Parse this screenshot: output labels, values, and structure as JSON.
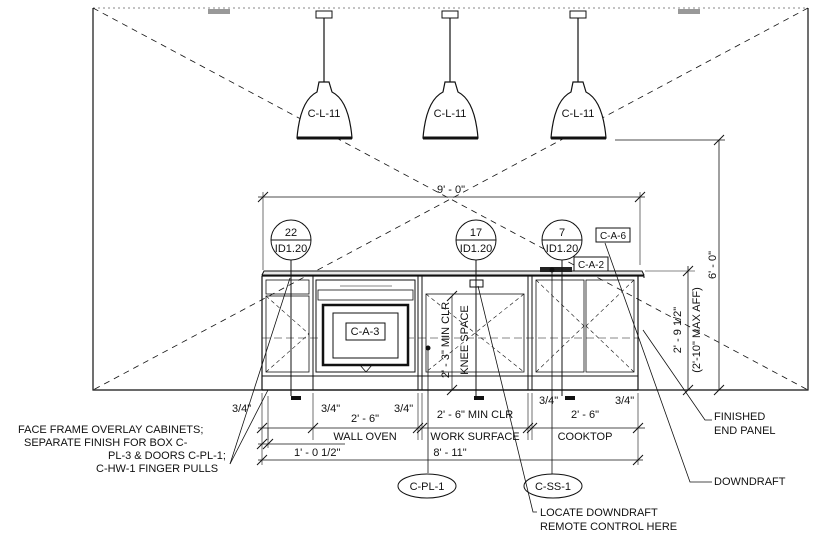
{
  "fixtures": {
    "pendant_tag": "C-L-11"
  },
  "dimensions": {
    "overall_width": "9' - 0\"",
    "height_right": "6' - 0\"",
    "counter_height_1": "2' - 9 1/2\"",
    "counter_height_2": "(2'-10\" MAX AFF)",
    "knee_clear": "2' - 3\" MIN CLR",
    "knee_space": "KNEE SPACE",
    "gap_3_4": "3/4\"",
    "wall_oven_width": "2' - 6\"",
    "work_surface_width": "2' - 6\" MIN CLR",
    "cooktop_width": "2' - 6\"",
    "left_panel": "1' - 0 1/2\"",
    "overall_base": "8' - 11\""
  },
  "section_labels": {
    "wall_oven": "WALL OVEN",
    "work_surface": "WORK SURFACE",
    "cooktop": "COOKTOP"
  },
  "section_callouts": [
    {
      "number": "22",
      "sheet": "ID1.20"
    },
    {
      "number": "17",
      "sheet": "ID1.20"
    },
    {
      "number": "7",
      "sheet": "ID1.20"
    }
  ],
  "tags": {
    "oven": "C-A-3",
    "cooktop": "C-A-2",
    "downdraft": "C-A-6",
    "plastic_laminate": "C-PL-1",
    "solid_surface": "C-SS-1"
  },
  "notes": {
    "face_frame": [
      "FACE FRAME OVERLAY CABINETS;",
      "SEPARATE FINISH FOR BOX C-",
      "PL-3 & DOORS C-PL-1;",
      "C-HW-1 FINGER PULLS"
    ],
    "finished_end": [
      "FINISHED",
      "END PANEL"
    ],
    "downdraft": "DOWNDRAFT",
    "remote": [
      "LOCATE DOWNDRAFT",
      "REMOTE CONTROL HERE"
    ]
  }
}
